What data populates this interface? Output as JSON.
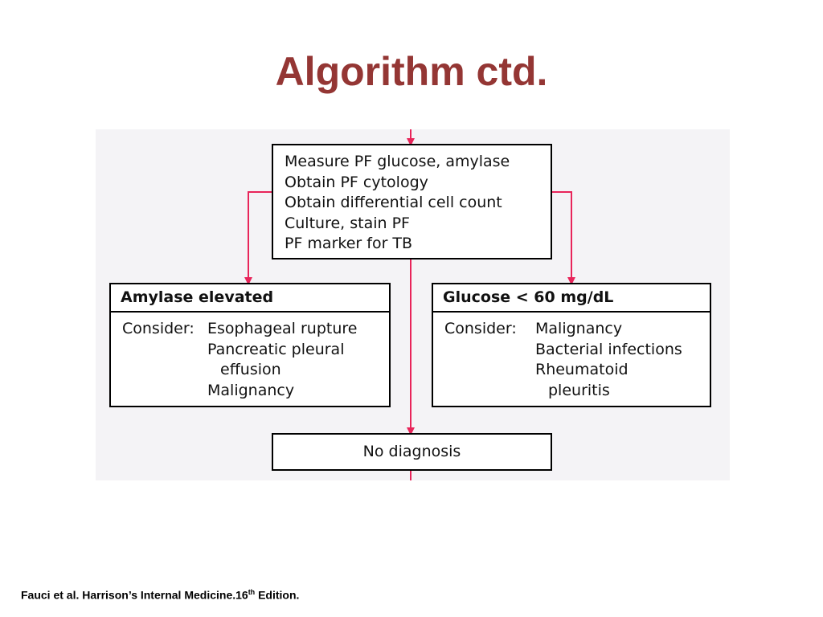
{
  "slide": {
    "title": "Algorithm ctd.",
    "title_color": "#943634"
  },
  "flowchart": {
    "arrow_color": "#e8245a",
    "top_box": {
      "lines": [
        "Measure PF glucose, amylase",
        "Obtain PF cytology",
        "Obtain differential cell count",
        "Culture, stain PF",
        "PF marker for TB"
      ]
    },
    "left_box": {
      "header": "Amylase elevated",
      "consider_label": "Consider:",
      "items": [
        "Esophageal rupture",
        "Pancreatic pleural",
        "effusion",
        "Malignancy"
      ]
    },
    "right_box": {
      "header": "Glucose < 60 mg/dL",
      "consider_label": "Consider:",
      "items": [
        "Malignancy",
        "Bacterial infections",
        "Rheumatoid",
        "pleuritis"
      ]
    },
    "bottom_box": {
      "label": "No diagnosis"
    }
  },
  "citation": {
    "text": "Fauci et al. Harrison’s Internal Medicine.16",
    "superscript": "th",
    "suffix": " Edition."
  }
}
